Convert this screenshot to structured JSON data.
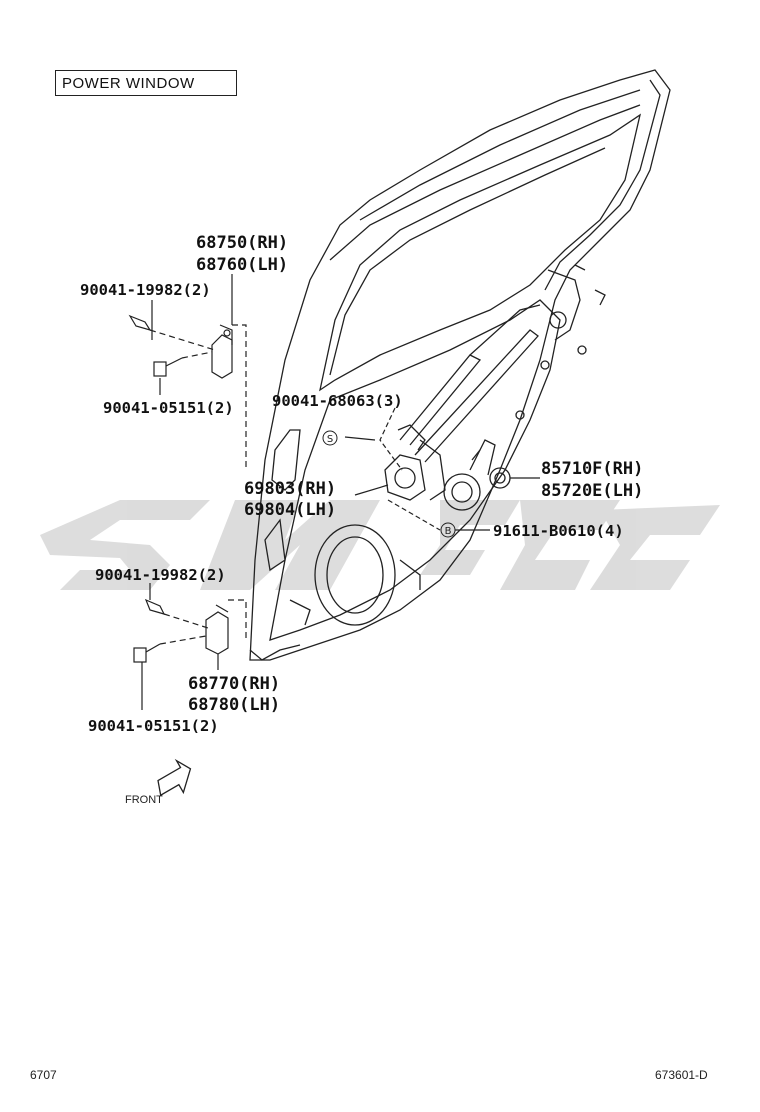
{
  "title": "POWER  WINDOW",
  "labels": {
    "hinge_upper_rh": "68750(RH)",
    "hinge_upper_lh": "68760(LH)",
    "bolt_upper_1": "90041-19982(2)",
    "bolt_upper_2": "90041-05151(2)",
    "bolt_regulator": "90041-68063(3)",
    "regulator_rh": "69803(RH)",
    "regulator_lh": "69804(LH)",
    "motor_rh": "85710F(RH)",
    "motor_lh": "85720E(LH)",
    "bolt_motor": "91611-B0610(4)",
    "bolt_lower_1": "90041-19982(2)",
    "hinge_lower_rh": "68770(RH)",
    "hinge_lower_lh": "68780(LH)",
    "bolt_lower_2": "90041-05151(2)",
    "front": "FRONT",
    "callout_s": "S",
    "callout_b": "B"
  },
  "footer": {
    "left": "6707",
    "right": "673601-D"
  },
  "colors": {
    "line": "#222222",
    "watermark": "#d9d9d9"
  }
}
